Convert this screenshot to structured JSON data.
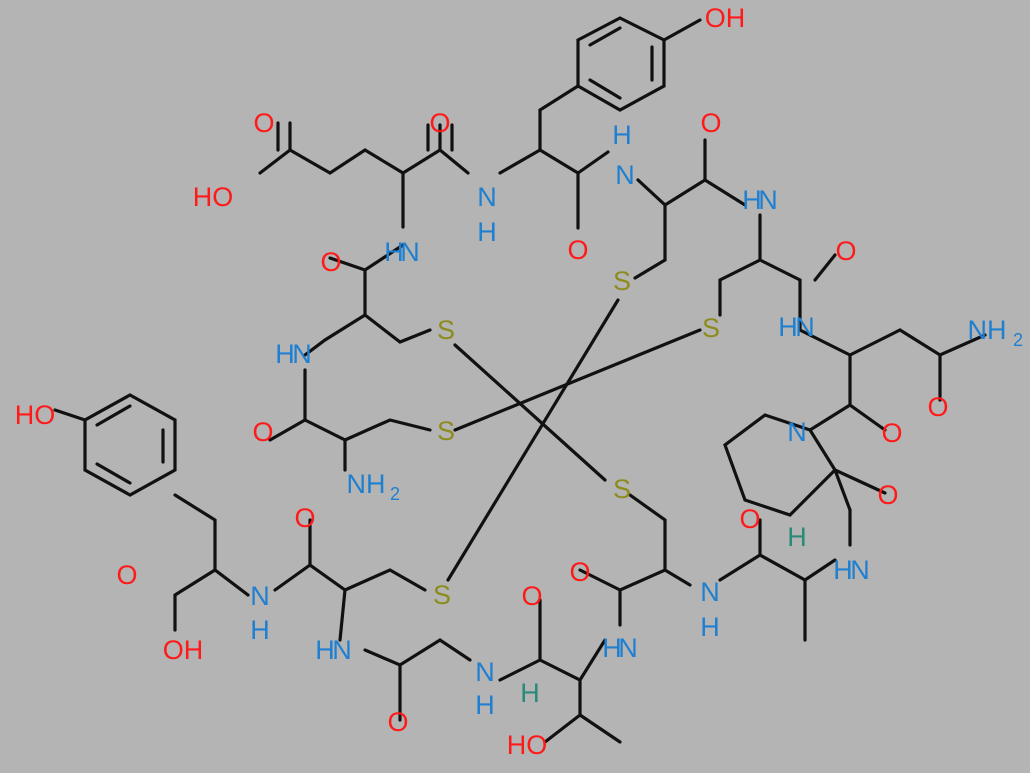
{
  "colors": {
    "background": "#b4b4b4",
    "bond": "#111111",
    "oxygen": "#ff1a1a",
    "nitrogen": "#1f7fd0",
    "sulfur": "#8c8c1e",
    "hydrogen": "#2a8a7a"
  },
  "labels": {
    "oh_top": "OH",
    "o_top_1": "O",
    "o_top_2": "O",
    "o_top_3": "O",
    "o_top_4": "O",
    "ho_glu": "HO",
    "h_nh_1": "H",
    "n_nh_1": "N",
    "h_nh_2": "H",
    "n_nh_2": "N",
    "n_nh_3": "N",
    "h_nh_3": "H",
    "o_mid_1": "O",
    "o_mid_2": "O",
    "n_nh_4": "N",
    "h_nh_4": "H",
    "o_left_1": "O",
    "n_left": "N",
    "h_left": "H",
    "s_1": "S",
    "s_2": "S",
    "s_3": "S",
    "s_4": "S",
    "s_5": "S",
    "s_6": "S",
    "n_right": "N",
    "h_right": "H",
    "nh2_right_n": "NH",
    "nh2_right_sub": "2",
    "o_right_1": "O",
    "o_right_2": "O",
    "o_right_3": "O",
    "n_pro": "N",
    "o_left_2": "O",
    "nh2_left_n": "NH",
    "nh2_left_sub": "2",
    "ho_tyr": "HO",
    "h_pro": "H",
    "n_nh_5": "N",
    "h_nh_5": "H",
    "o_low_1": "O",
    "o_low_2": "O",
    "o_cooh": "O",
    "oh_cooh": "OH",
    "n_nh_6": "N",
    "h_nh_6": "H",
    "o_low_3": "O",
    "n_nh_7": "N",
    "h_nh_7": "H",
    "n_nh_8": "N",
    "h_nh_8": "H",
    "n_nh_9": "N",
    "h_nh_9": "H",
    "o_low_4": "O",
    "o_low_5": "O",
    "h_thr": "H",
    "ho_thr": "HO"
  }
}
